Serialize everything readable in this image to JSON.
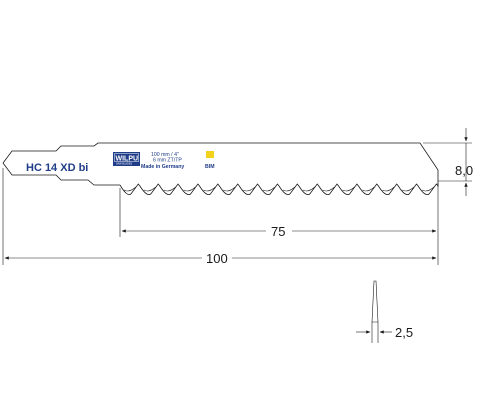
{
  "blade": {
    "model": "HC 14 XD bi",
    "length_text": "100 mm / 4\"",
    "tpi_text": "6 mm ZT/TP",
    "origin_text": "Made in Germany",
    "material_label": "BIM",
    "material_color": "#f2d21b",
    "brand_logo": "WILPU",
    "ink_color": "#1f3c88"
  },
  "dimensions": {
    "usable_length": "75",
    "total_length": "100",
    "blade_width": "8,0",
    "thickness": "2,5"
  }
}
